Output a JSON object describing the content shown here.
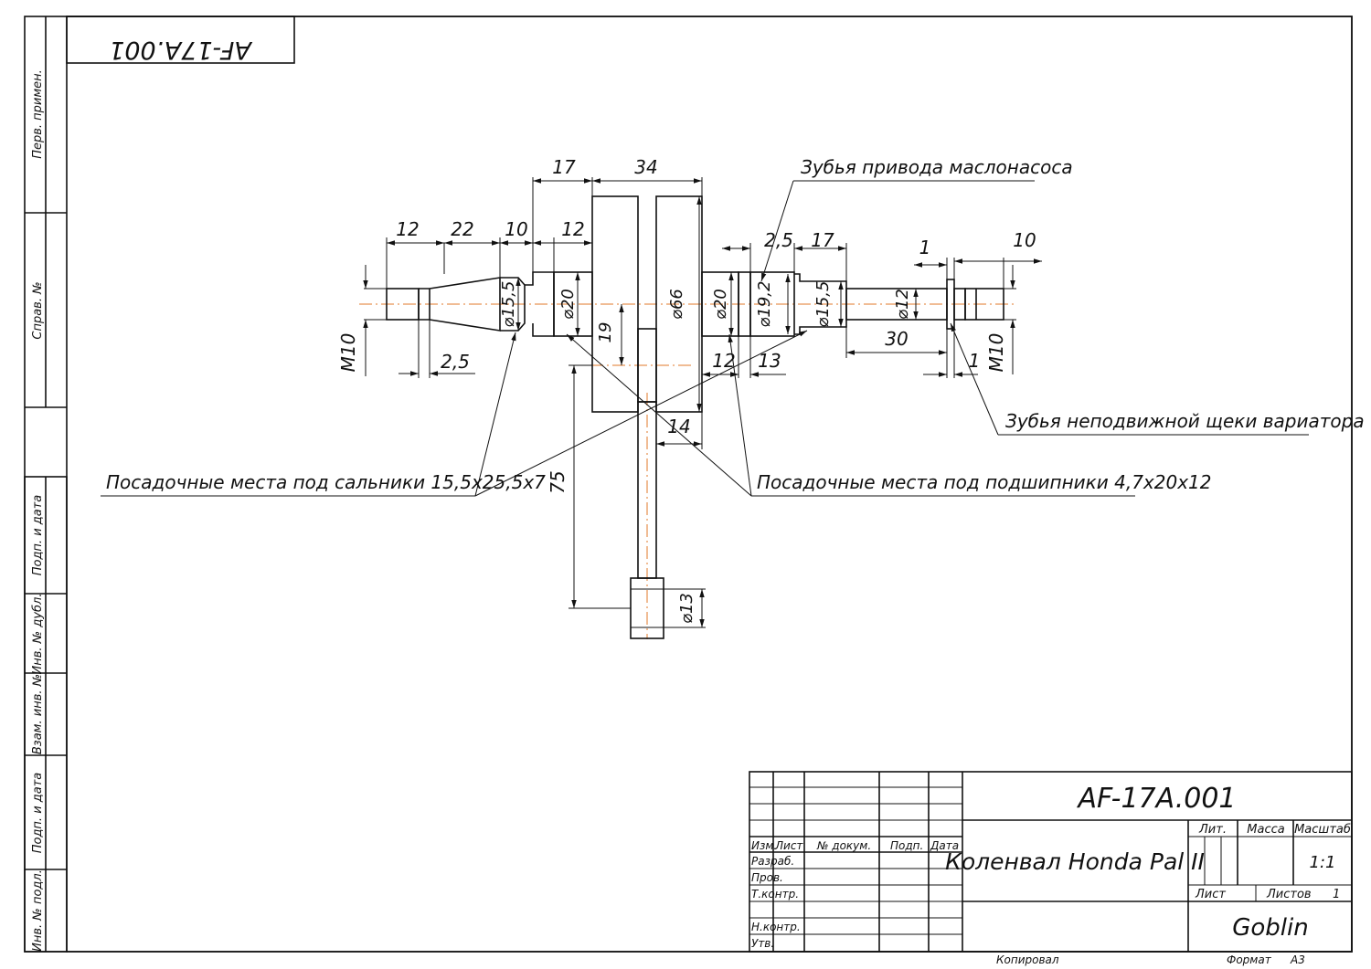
{
  "drawing": {
    "code": "AF-17A.001",
    "title": "Коленвал Honda Pal II",
    "org": "Goblin",
    "copied": "Копировал",
    "format_label": "Формат",
    "format_value": "A3"
  },
  "left_strip": [
    "Перв. примен.",
    "Справ. №",
    "Подп. и дата",
    "Инв. № дубл.",
    "Взам. инв. №",
    "Подп. и дата",
    "Инв. № подл."
  ],
  "title_block": {
    "cols": [
      "Изм.",
      "Лист",
      "№ докум.",
      "Подп.",
      "Дата"
    ],
    "rows": [
      "Разраб.",
      "Пров.",
      "Т.контр.",
      "Н.контр.",
      "Утв."
    ],
    "lit": "Лит.",
    "mass": "Масса",
    "scale": "Масштаб",
    "scale_value": "1:1",
    "sheet": "Лист",
    "sheets": "Листов",
    "sheets_value": "1"
  },
  "dims": {
    "d12": "12",
    "d22": "22",
    "d10a": "10",
    "d12b": "12",
    "d17a": "17",
    "d34": "34",
    "d25a": "2,5",
    "d17b": "17",
    "d1a": "1",
    "d10b": "10",
    "m10a": "M10",
    "m10b": "M10",
    "d25b": "2,5",
    "phi155a": "⌀15,5",
    "phi20a": "⌀20",
    "d19": "19",
    "phi66": "⌀66",
    "phi20b": "⌀20",
    "phi192": "⌀19,2",
    "phi155b": "⌀15,5",
    "phi12": "⌀12",
    "d30": "30",
    "d1b": "1",
    "d12c": "12",
    "d13": "13",
    "d14": "14",
    "d75": "75",
    "phi13": "⌀13"
  },
  "notes": {
    "oil_pump": "Зубья привода маслонасоса",
    "variator": "Зубья неподвижной щеки вариатора",
    "seals": "Посадочные места под сальники 15,5x25,5x7",
    "bearings": "Посадочные места под подшипники 4,7x20x12"
  }
}
